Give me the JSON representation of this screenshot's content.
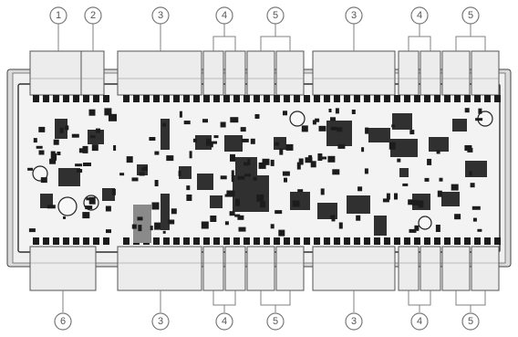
{
  "diagram": {
    "callouts_top": [
      "1",
      "2",
      "3",
      "4",
      "5",
      "3",
      "4",
      "5"
    ],
    "callouts_bottom": [
      "6",
      "3",
      "4",
      "5",
      "3",
      "4",
      "5"
    ]
  }
}
